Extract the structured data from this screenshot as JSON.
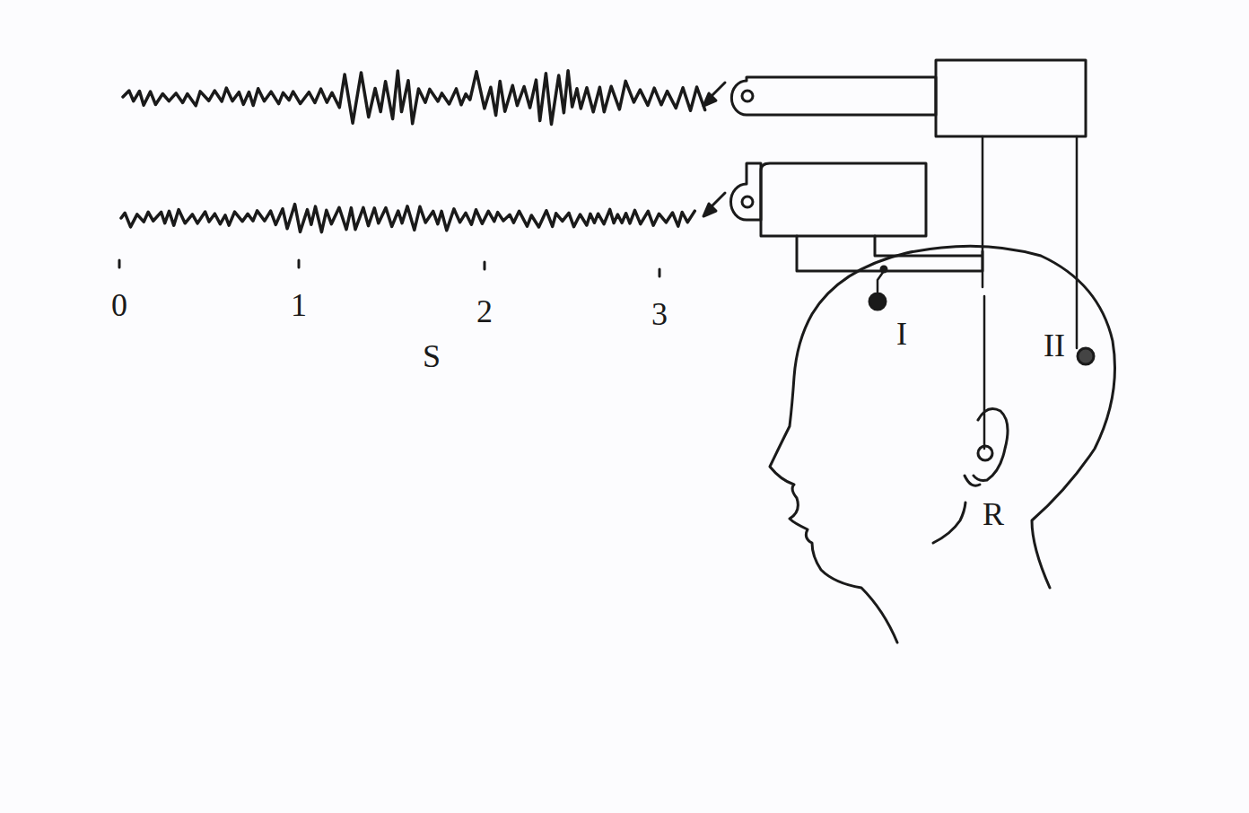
{
  "diagram": {
    "labels": [
      "0",
      "1",
      "2",
      "3",
      "S",
      "I",
      "II",
      "R"
    ]
  }
}
